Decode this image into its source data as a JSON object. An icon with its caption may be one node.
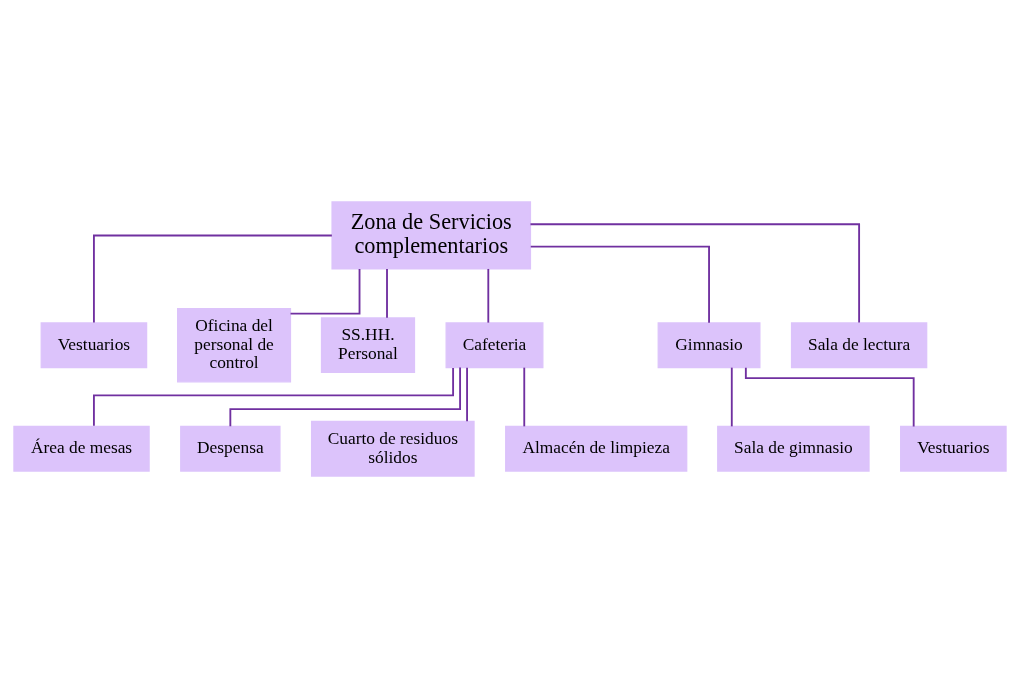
{
  "diagram": {
    "nodes": [
      {
        "text": [
          "Zona de Servicios complementarios"
        ]
      },
      {
        "text": [
          "Vestuarios"
        ]
      },
      {
        "text": [
          "Oficina del personal de control"
        ]
      },
      {
        "text": [
          "SS.HH. Personal"
        ]
      },
      {
        "text": [
          "Cafeteria"
        ]
      },
      {
        "text": [
          "Gimnasio"
        ]
      },
      {
        "text": [
          "Sala de lectura"
        ]
      },
      {
        "text": [
          "Área de mesas"
        ]
      },
      {
        "text": [
          "Despensa"
        ]
      },
      {
        "text": [
          "Cuarto de residuos sólidos"
        ]
      },
      {
        "text": [
          "Almacén de limpieza"
        ]
      },
      {
        "text": [
          "Sala de gimnasio"
        ]
      },
      {
        "text": [
          "Vestuarios"
        ]
      }
    ],
    "edges": [
      {
        "from": 0,
        "to": 1,
        "arrow": "none"
      },
      {
        "from": 0,
        "to": 2,
        "arrow": "none"
      },
      {
        "from": 0,
        "to": 3,
        "arrow": "none"
      },
      {
        "from": 0,
        "to": 4,
        "arrow": "none"
      },
      {
        "from": 0,
        "to": 5,
        "arrow": "none"
      },
      {
        "from": 0,
        "to": 6,
        "arrow": "none"
      },
      {
        "from": 4,
        "to": 7,
        "arrow": "none"
      },
      {
        "from": 4,
        "to": 8,
        "arrow": "none"
      },
      {
        "from": 4,
        "to": 9,
        "arrow": "none"
      },
      {
        "from": 4,
        "to": 10,
        "arrow": "none"
      },
      {
        "from": 5,
        "to": 11,
        "arrow": "none"
      },
      {
        "from": 5,
        "to": 12,
        "arrow": "none"
      }
    ]
  }
}
